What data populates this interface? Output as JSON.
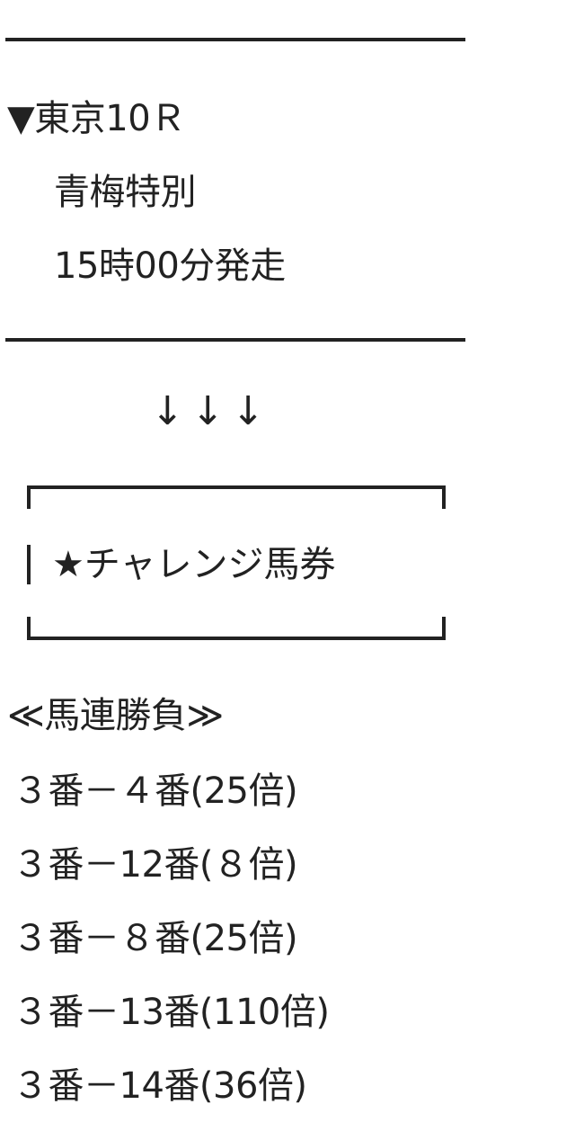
{
  "race": {
    "title": "▼東京10Ｒ",
    "name": "青梅特別",
    "post_time": "15時00分発走"
  },
  "arrows": "↓↓↓",
  "challenge": {
    "label": "★チャレンジ馬券"
  },
  "bet": {
    "header": "≪馬連勝負≫",
    "lines": [
      "３番－４番(25倍)",
      "３番－12番(８倍)",
      "３番－８番(25倍)",
      "３番－13番(110倍)",
      "３番－14番(36倍)"
    ]
  }
}
